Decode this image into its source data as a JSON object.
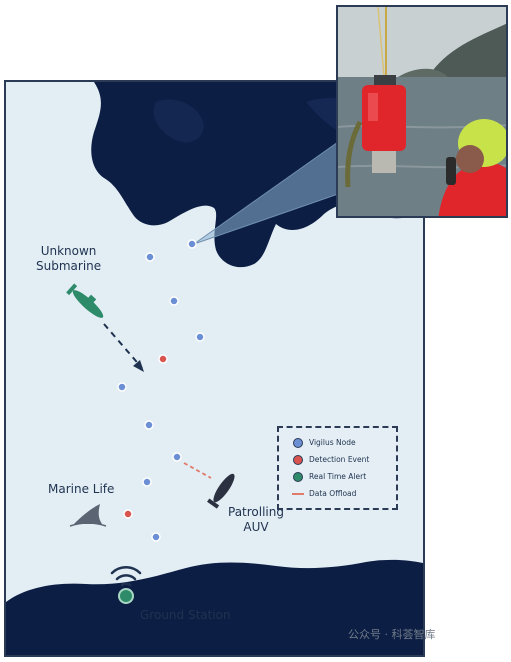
{
  "labels": {
    "unknown_submarine": "Unknown\nSubmarine",
    "marine_life": "Marine Life",
    "patrolling_auv": "Patrolling\nAUV",
    "ground_station": "Ground Station"
  },
  "legend": {
    "items": [
      {
        "label": "Vigilus Node",
        "color": "#6b8fd4",
        "kind": "dot"
      },
      {
        "label": "Detection Event",
        "color": "#d9534f",
        "kind": "dot"
      },
      {
        "label": "Real Time Alert",
        "color": "#2e8b6a",
        "kind": "dot"
      },
      {
        "label": "Data Offload",
        "color": "#e07a6a",
        "kind": "dash"
      }
    ]
  },
  "colors": {
    "water": "#e3edf4",
    "land": "#0d1e45",
    "node": "#6b8fd4",
    "detection": "#d9534f",
    "alert": "#2e8b6a",
    "offload": "#e07a6a"
  },
  "icons": [
    "submarine-icon",
    "auv-icon",
    "shark-fin-icon",
    "wifi-icon",
    "buoy-photo"
  ],
  "watermark": "公众号 · 科荟智库"
}
